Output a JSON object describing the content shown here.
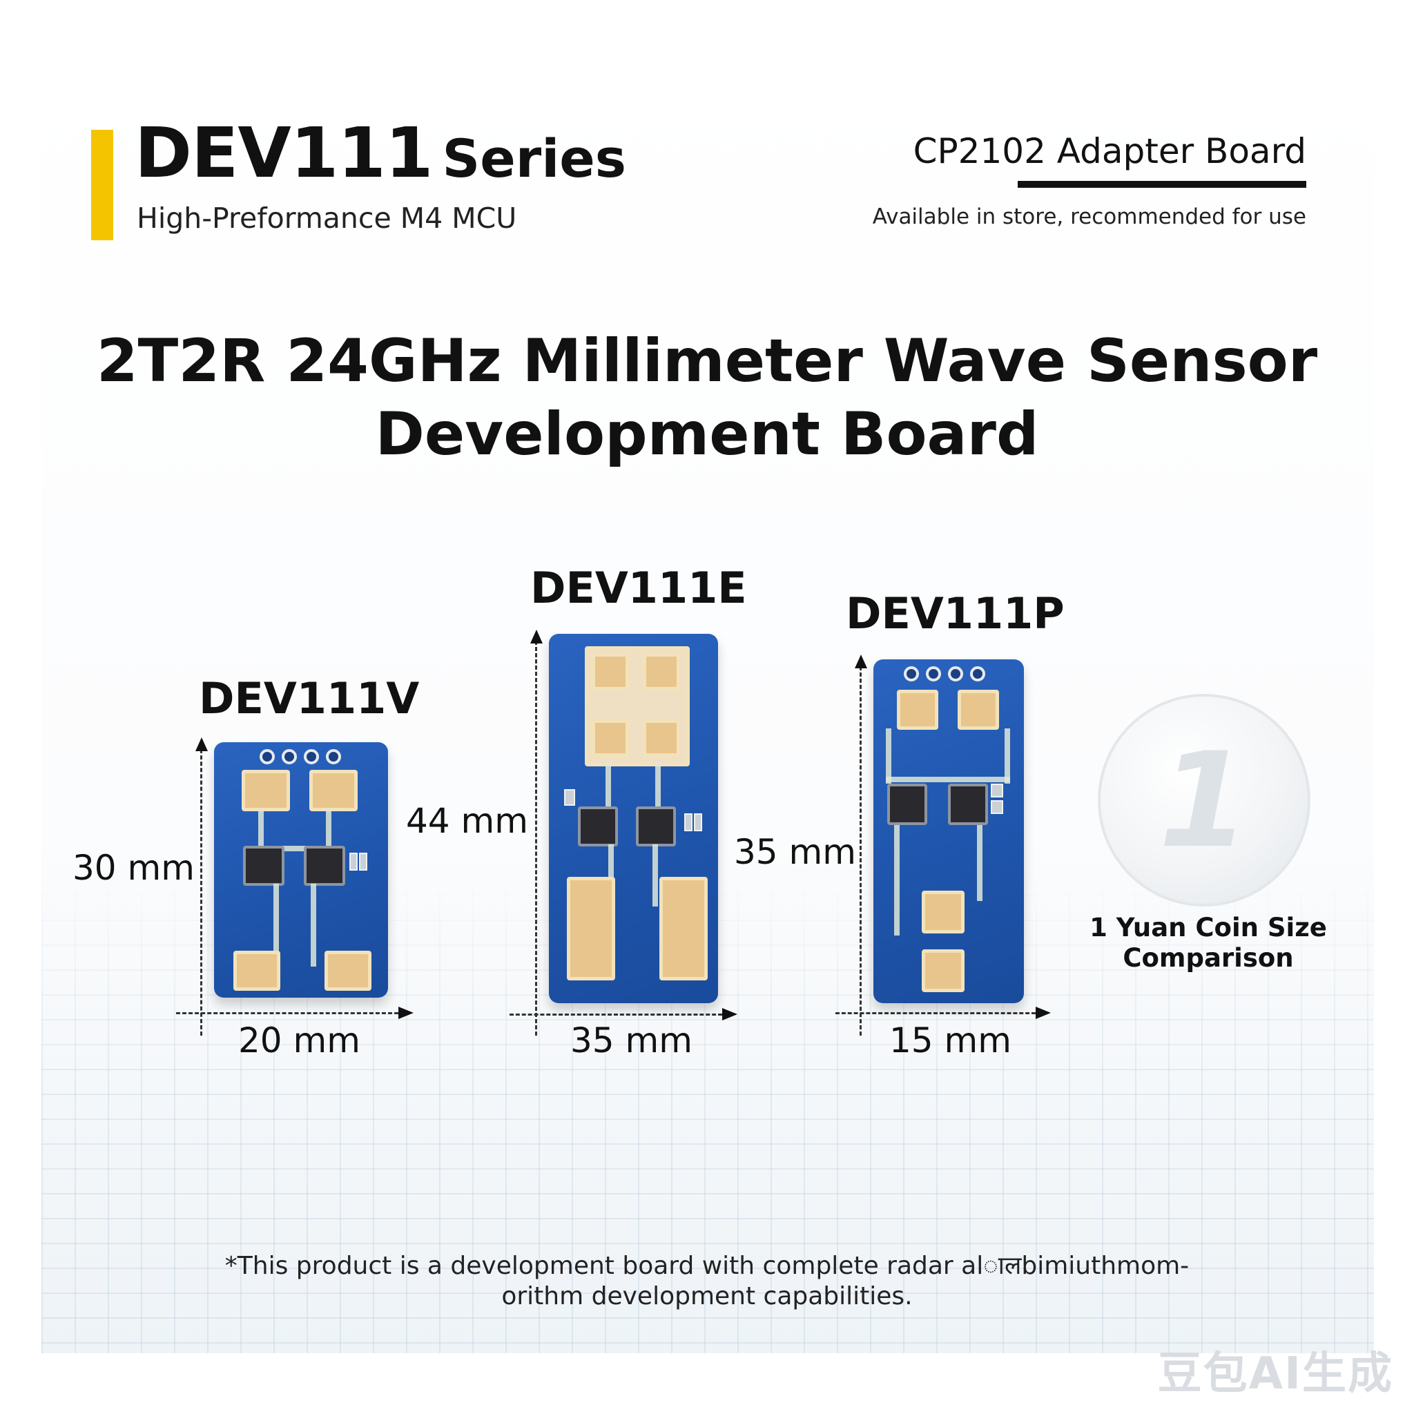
{
  "header": {
    "series_model": "DEV111",
    "series_word": "Series",
    "series_subtitle": "High-Preformance M4 MCU",
    "adapter_title": "CP2102 Adapter Board",
    "adapter_subtitle": "Available in store, recommended for use"
  },
  "main_title": {
    "line1": "2T2R 24GHz Millimeter Wave Sensor",
    "line2": "Development Board"
  },
  "boards": [
    {
      "label": "DEV111V",
      "height": "30 mm",
      "width": "20 mm"
    },
    {
      "label": "DEV111E",
      "height": "44 mm",
      "width": "35 mm"
    },
    {
      "label": "DEV111P",
      "height": "35 mm",
      "width": "15 mm"
    }
  ],
  "coin": {
    "numeral": "1",
    "caption_line1": "1 Yuan Coin Size",
    "caption_line2": "Comparison"
  },
  "footnote": {
    "line1": "*This product is a development board with  complete radar alालbimiuthmom-",
    "line2": "orithm development capabilities."
  },
  "watermark": "豆包AI生成",
  "colors": {
    "accent": "#f5c400",
    "pcb_blue": "#2a64c0",
    "pad_gold": "#e8c58c"
  }
}
